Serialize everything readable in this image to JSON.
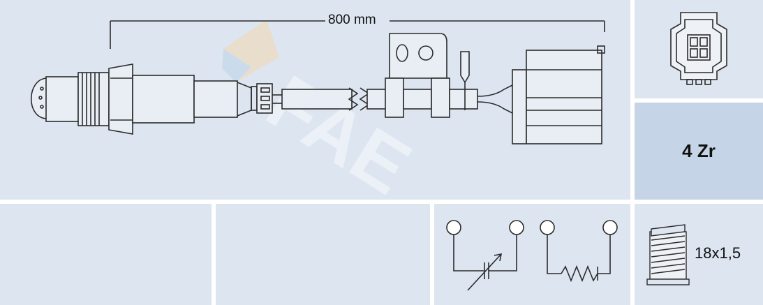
{
  "sensor": {
    "length_label": "800 mm"
  },
  "watermark": {
    "text": "FAE"
  },
  "specs": {
    "connector_code": "4 Zr",
    "thread": "18x1,5"
  },
  "icons": {
    "connector": "connector-pinout-icon",
    "circuit": "sensor-circuit-icon",
    "thread": "thread-icon"
  },
  "colors": {
    "panel": "#dde5f0",
    "accent_panel": "#c5d4e6",
    "line": "#2b2b2b"
  }
}
